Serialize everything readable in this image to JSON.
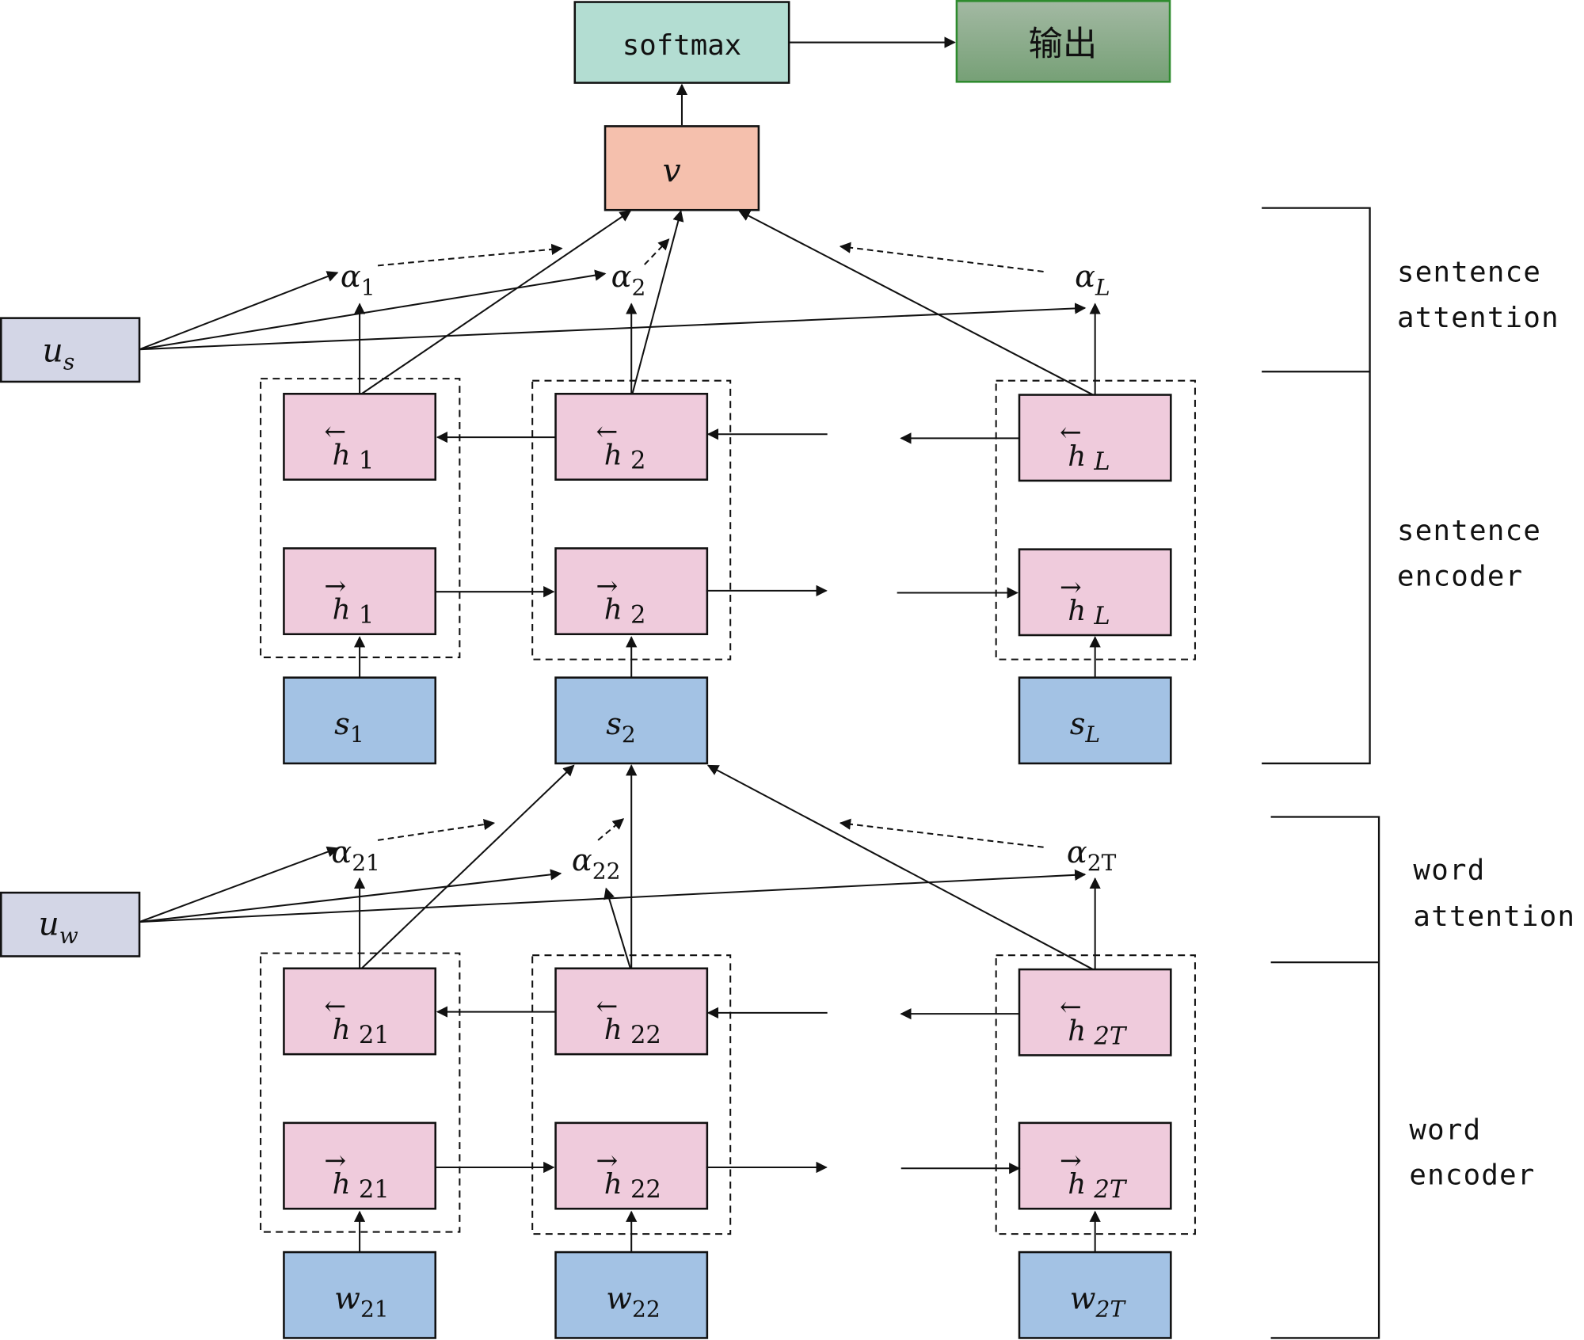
{
  "top": {
    "softmax_label": "softmax",
    "output_label": "输出",
    "document_vector_label": "v"
  },
  "colors": {
    "softmax": "#b3ddd2",
    "output": "#7fa67f",
    "document_vector": "#f5c0ad",
    "context_vector": "#d3d6e6",
    "hidden_state": "#efcbdc",
    "input": "#a3c2e4"
  },
  "sentence_level": {
    "context_vector": {
      "base": "u",
      "sub": "s"
    },
    "attention_weights": [
      {
        "base": "α",
        "sub": "1"
      },
      {
        "base": "α",
        "sub": "2"
      },
      {
        "base": "α",
        "sub": "L"
      }
    ],
    "backward_states": [
      {
        "arrow": "←",
        "base": "h",
        "sub": "1"
      },
      {
        "arrow": "←",
        "base": "h",
        "sub": "2"
      },
      {
        "arrow": "←",
        "base": "h",
        "sub": "L"
      }
    ],
    "forward_states": [
      {
        "arrow": "→",
        "base": "h",
        "sub": "1"
      },
      {
        "arrow": "→",
        "base": "h",
        "sub": "2"
      },
      {
        "arrow": "→",
        "base": "h",
        "sub": "L"
      }
    ],
    "inputs": [
      {
        "base": "s",
        "sub": "1"
      },
      {
        "base": "s",
        "sub": "2"
      },
      {
        "base": "s",
        "sub": "L"
      }
    ]
  },
  "word_level": {
    "context_vector": {
      "base": "u",
      "sub": "w"
    },
    "attention_weights": [
      {
        "base": "α",
        "sub": "21"
      },
      {
        "base": "α",
        "sub": "22"
      },
      {
        "base": "α",
        "sub": "2T"
      }
    ],
    "backward_states": [
      {
        "arrow": "←",
        "base": "h",
        "sub": "21"
      },
      {
        "arrow": "←",
        "base": "h",
        "sub": "22"
      },
      {
        "arrow": "←",
        "base": "h",
        "sub": "2T"
      }
    ],
    "forward_states": [
      {
        "arrow": "→",
        "base": "h",
        "sub": "21"
      },
      {
        "arrow": "→",
        "base": "h",
        "sub": "22"
      },
      {
        "arrow": "→",
        "base": "h",
        "sub": "2T"
      }
    ],
    "inputs": [
      {
        "base": "w",
        "sub": "21"
      },
      {
        "base": "w",
        "sub": "22"
      },
      {
        "base": "w",
        "sub": "2T"
      }
    ]
  },
  "side_labels": {
    "sentence_attention": [
      "sentence",
      "attention"
    ],
    "sentence_encoder": [
      "sentence",
      "encoder"
    ],
    "word_attention": [
      "word",
      "attention"
    ],
    "word_encoder": [
      "word",
      "encoder"
    ]
  }
}
